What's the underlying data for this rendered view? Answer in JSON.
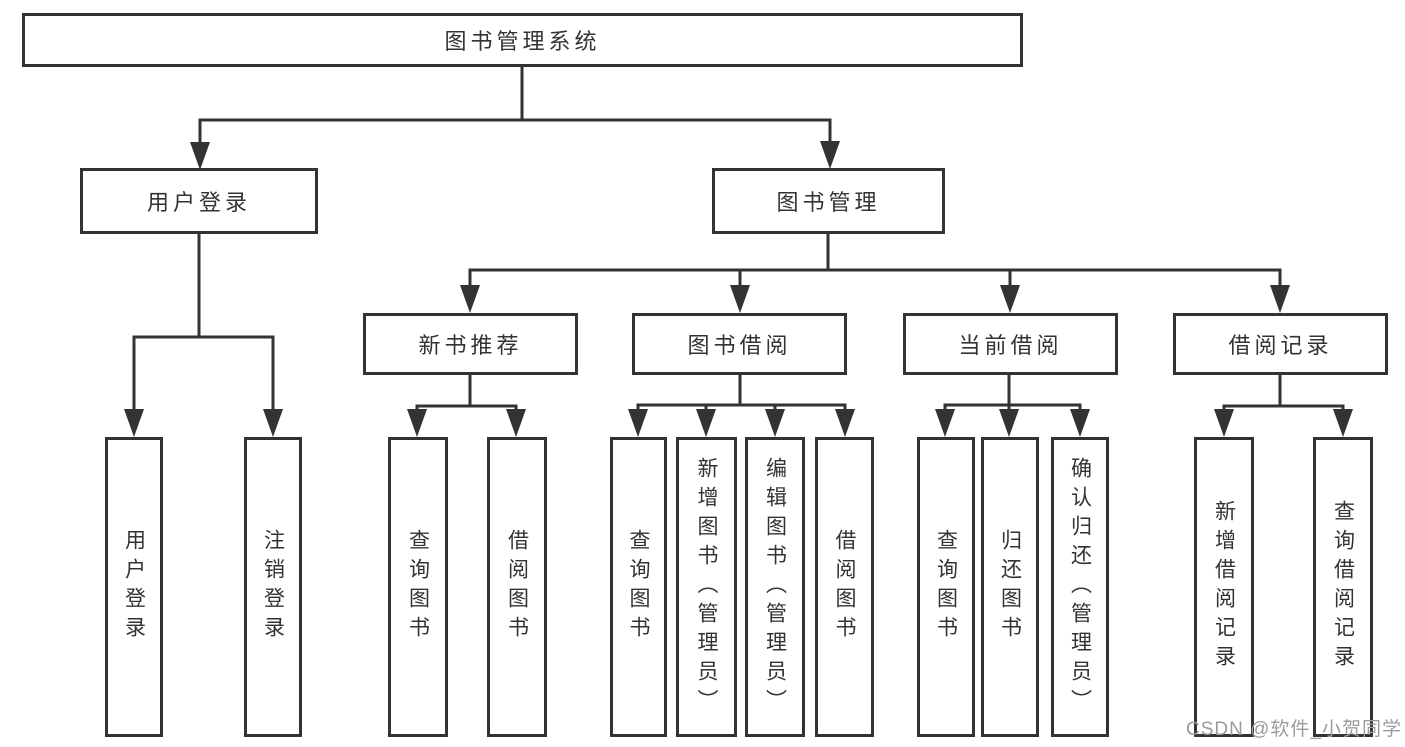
{
  "diagram": {
    "root": {
      "label": "图书管理系统"
    },
    "level2": [
      {
        "label": "用户登录"
      },
      {
        "label": "图书管理"
      }
    ],
    "level3": [
      {
        "label": "新书推荐"
      },
      {
        "label": "图书借阅"
      },
      {
        "label": "当前借阅"
      },
      {
        "label": "借阅记录"
      }
    ],
    "leaves": {
      "user_login": [
        "用户登录",
        "注销登录"
      ],
      "new_books": [
        "查询图书",
        "借阅图书"
      ],
      "book_borrow": [
        "查询图书",
        "新增图书（管理员）",
        "编辑图书（管理员）",
        "借阅图书"
      ],
      "current_borrow": [
        "查询图书",
        "归还图书",
        "确认归还（管理员）"
      ],
      "borrow_records": [
        "新增借阅记录",
        "查询借阅记录"
      ]
    }
  },
  "watermark": {
    "text": "CSDN @软件_小贺同学"
  },
  "colors": {
    "line": "#333333",
    "text": "#333333",
    "box_background": "#ffffff",
    "page_background": "#ffffff",
    "watermark": "#9b9b9b"
  }
}
